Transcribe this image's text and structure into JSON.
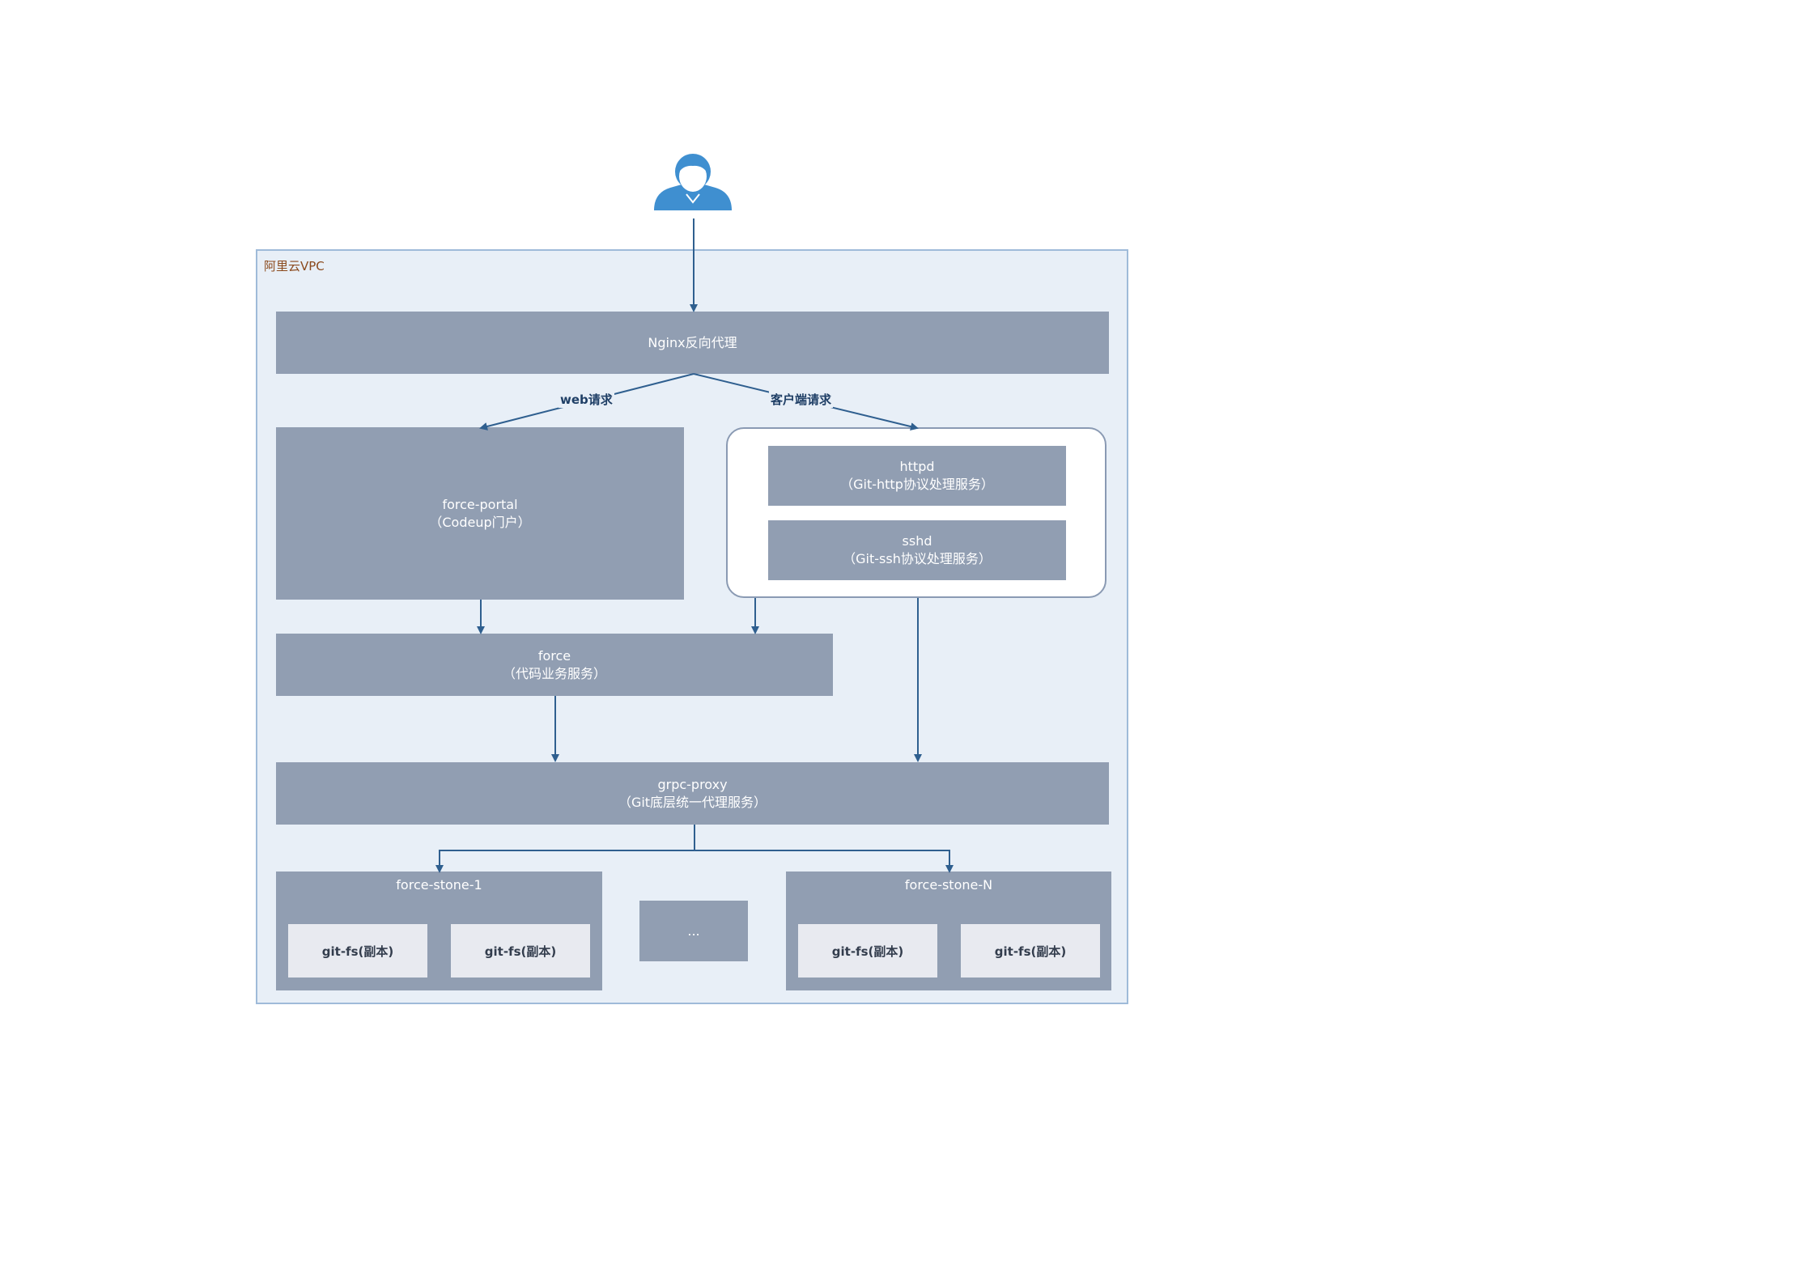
{
  "vpc": {
    "label": "阿里云VPC"
  },
  "nodes": {
    "nginx": {
      "name": "Nginx反向代理"
    },
    "portal": {
      "name": "force-portal",
      "desc": "（Codeup门户）"
    },
    "httpd": {
      "name": "httpd",
      "desc": "（Git-http协议处理服务）"
    },
    "sshd": {
      "name": "sshd",
      "desc": "（Git-ssh协议处理服务）"
    },
    "force": {
      "name": "force",
      "desc": "（代码业务服务）"
    },
    "grpc": {
      "name": "grpc-proxy",
      "desc": "（Git底层统一代理服务）"
    },
    "stone1": {
      "name": "force-stone-1",
      "replicas": [
        "git-fs(副本)",
        "git-fs(副本)"
      ]
    },
    "ellipsis": {
      "name": "..."
    },
    "stoneN": {
      "name": "force-stone-N",
      "replicas": [
        "git-fs(副本)",
        "git-fs(副本)"
      ]
    }
  },
  "edges": {
    "web": "web请求",
    "client": "客户端请求"
  },
  "colors": {
    "box": "#919eb2",
    "vpc_fill": "#e8eff7",
    "vpc_border": "#9fbbd9",
    "arrow": "#2f5f8f",
    "user_icon": "#3f8fd0"
  }
}
